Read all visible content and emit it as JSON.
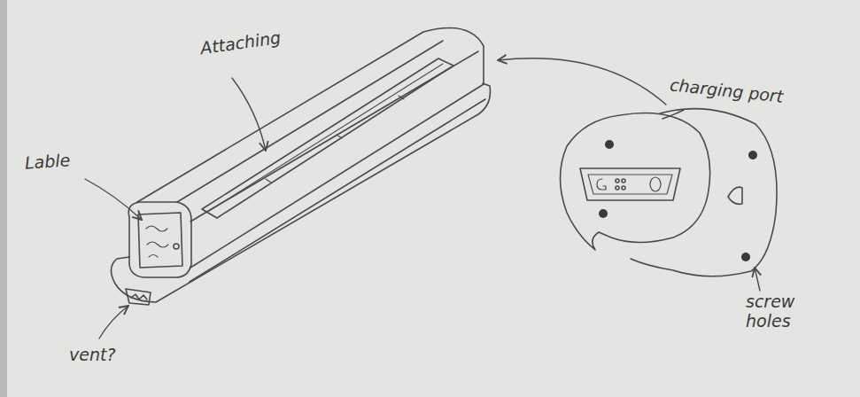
{
  "diagram": {
    "labels": [
      "Attaching",
      "Lable",
      "vent?",
      "charging port",
      "screw holes"
    ]
  }
}
